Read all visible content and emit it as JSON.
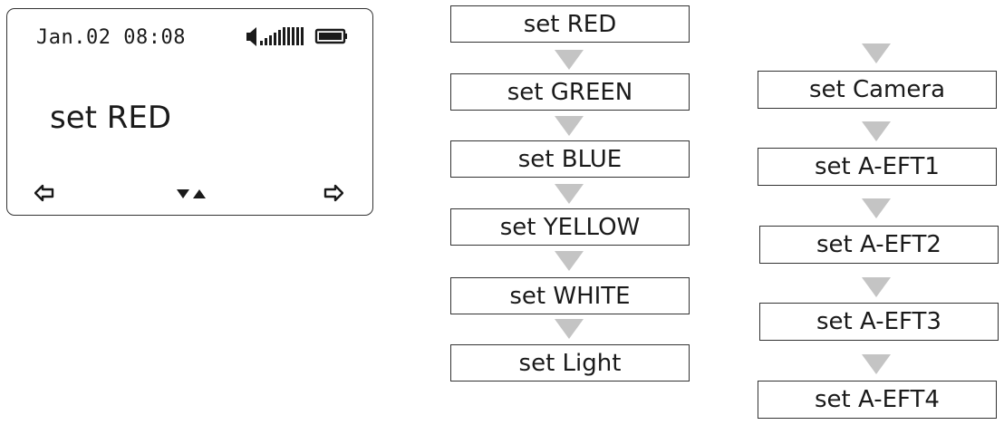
{
  "lcd": {
    "datetime": "Jan.02 08:08",
    "main_text": "set RED",
    "icons": [
      "speaker-icon",
      "signal-strength-icon",
      "battery-icon",
      "left-arrow-icon",
      "down-up-arrows-icon",
      "right-arrow-icon"
    ]
  },
  "flow_left": [
    {
      "label": "set RED"
    },
    {
      "label": "set GREEN"
    },
    {
      "label": "set BLUE"
    },
    {
      "label": "set YELLOW"
    },
    {
      "label": "set WHITE"
    },
    {
      "label": "set Light"
    }
  ],
  "flow_right": [
    {
      "label": "set Camera"
    },
    {
      "label": "set A-EFT1"
    },
    {
      "label": "set A-EFT2"
    },
    {
      "label": "set A-EFT3"
    },
    {
      "label": "set A-EFT4"
    }
  ],
  "colors": {
    "border": "#333333",
    "arrow": "#c4c4c4",
    "text": "#1a1a1a"
  }
}
